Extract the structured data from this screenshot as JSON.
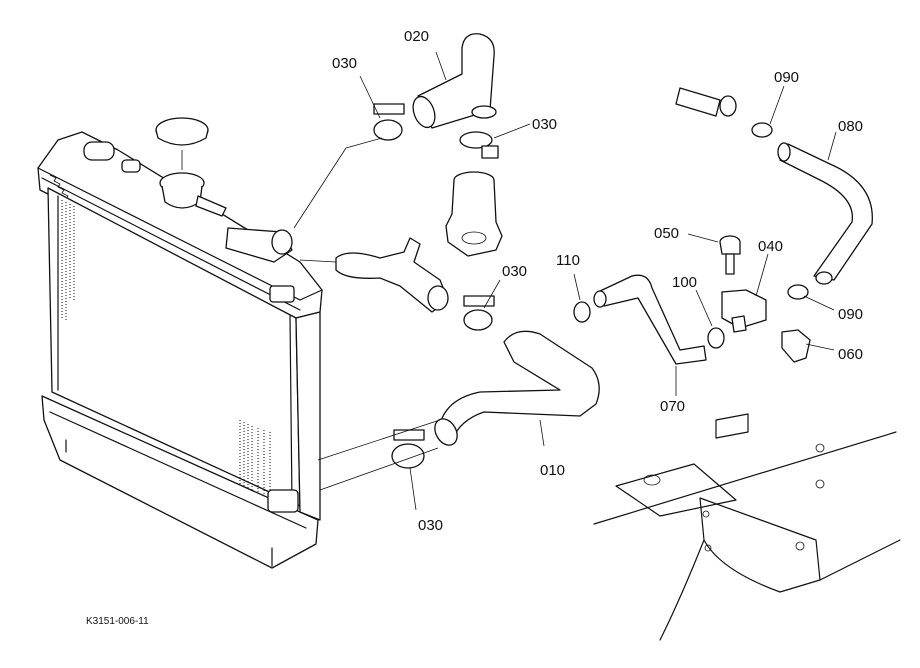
{
  "diagram": {
    "reference_code": "K3151-006-11",
    "part_labels": {
      "p010": "010",
      "p020": "020",
      "p030_a": "030",
      "p030_b": "030",
      "p030_c": "030",
      "p030_d": "030",
      "p040": "040",
      "p050": "050",
      "p060": "060",
      "p070": "070",
      "p080": "080",
      "p090_a": "090",
      "p090_b": "090",
      "p100": "100",
      "p110": "110"
    }
  }
}
